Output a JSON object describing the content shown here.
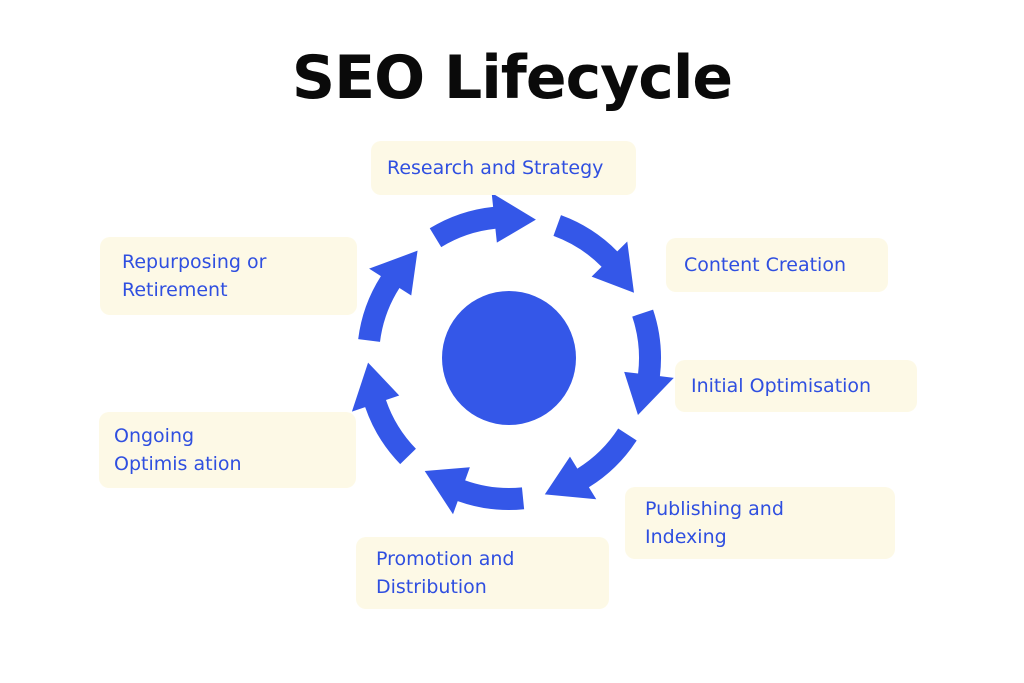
{
  "title": "SEO Lifecycle",
  "accent_color": "#3457e8",
  "label_color": "#2f4fe0",
  "box_color": "#fdf9e6",
  "stages": [
    {
      "label": "Research and Strategy"
    },
    {
      "label": "Content Creation"
    },
    {
      "label": "Initial Optimisation"
    },
    {
      "label": "Publishing and Indexing"
    },
    {
      "label": "Promotion and Distribution"
    },
    {
      "label": "Ongoing Optimis ation"
    },
    {
      "label": "Repurposing or Retirement"
    }
  ]
}
